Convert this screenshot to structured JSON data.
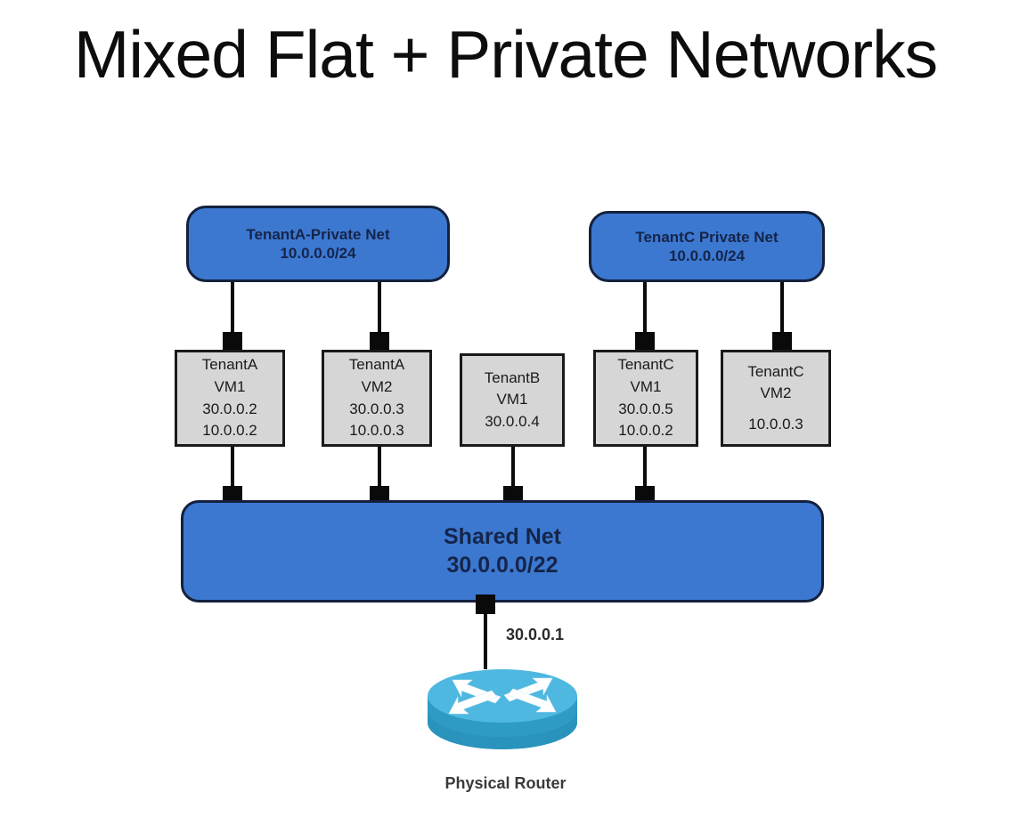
{
  "slide": {
    "title": "Mixed Flat + Private Networks",
    "background_color": "#FFFFFF"
  },
  "colors": {
    "network_fill": "#3C78D0",
    "network_border": "#14213D",
    "network_text": "#15254A",
    "vm_fill": "#D6D6D6",
    "vm_border": "#1A1A1A",
    "vm_text": "#1A1A1A",
    "connector": "#0A0A0A",
    "router_top": "#4FB8E0",
    "router_body": "#2E9BC4",
    "router_arrow": "#FFFFFF"
  },
  "networks": [
    {
      "id": "tenant-a-private",
      "name": "TenantA-Private Net",
      "cidr": "10.0.0.0/24"
    },
    {
      "id": "tenant-c-private",
      "name": "TenantC Private Net",
      "cidr": "10.0.0.0/24"
    },
    {
      "id": "shared",
      "name": "Shared Net",
      "cidr": "30.0.0.0/22"
    }
  ],
  "vms": [
    {
      "id": "tenant-a-vm1",
      "tenant": "TenantA",
      "vm": "VM1",
      "ip1": "30.0.0.2",
      "ip2": "10.0.0.2"
    },
    {
      "id": "tenant-a-vm2",
      "tenant": "TenantA",
      "vm": "VM2",
      "ip1": "30.0.0.3",
      "ip2": "10.0.0.3"
    },
    {
      "id": "tenant-b-vm1",
      "tenant": "TenantB",
      "vm": "VM1",
      "ip1": "30.0.0.4",
      "ip2": ""
    },
    {
      "id": "tenant-c-vm1",
      "tenant": "TenantC",
      "vm": "VM1",
      "ip1": "30.0.0.5",
      "ip2": "10.0.0.2"
    },
    {
      "id": "tenant-c-vm2",
      "tenant": "TenantC",
      "vm": "VM2",
      "ip1": "10.0.0.3",
      "ip2": ""
    }
  ],
  "router": {
    "caption": "Physical Router",
    "gateway_ip": "30.0.0.1",
    "icon": "router-icon"
  }
}
